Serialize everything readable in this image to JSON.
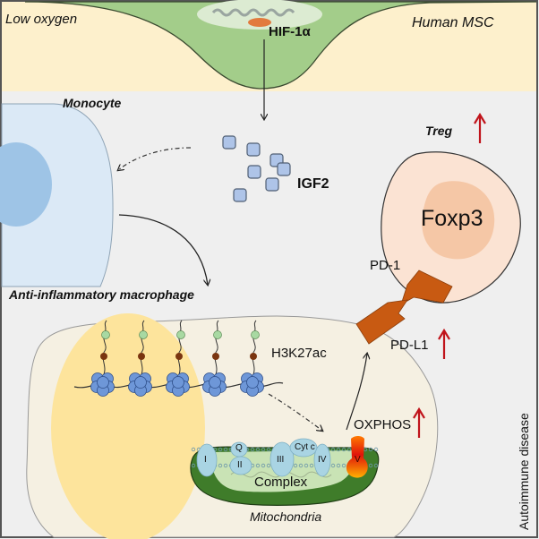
{
  "header": {
    "left_label": "Low oxygen",
    "right_label": "Human MSC",
    "factor_label": "HIF-1α"
  },
  "cells": {
    "monocyte_label": "Monocyte",
    "macrophage_label": "Anti-inflammatory macrophage",
    "treg_label": "Treg",
    "treg_nucleus_label": "Foxp3",
    "mitochondria_label": "Mitochondria"
  },
  "signals": {
    "igf2_label": "IGF2",
    "igf2_particle_count": 7,
    "histone_mark_label": "H3K27ac",
    "nucleosome_count": 5,
    "pd1_label": "PD-1",
    "pdl1_label": "PD-L1",
    "oxphos_label": "OXPHOS"
  },
  "etc": {
    "complex_label": "Complex",
    "complexes": [
      "I",
      "Q",
      "II",
      "III",
      "Cyt c",
      "IV",
      "V"
    ]
  },
  "side_label": "Autoimmune disease",
  "indicators": {
    "treg": "up",
    "pdl1": "up",
    "oxphos": "up"
  },
  "colors": {
    "background": "#efefef",
    "msc_cream": "#fdf0cc",
    "msc_green": "#a3cd8a",
    "monocyte_cytoplasm": "#dbe9f6",
    "monocyte_nucleus": "#9ec4e6",
    "macrophage_cytoplasm": "#f5f0e2",
    "macrophage_nucleus": "#fde49c",
    "treg_cytoplasm": "#fbe3d3",
    "treg_nucleus": "#f5c7a6",
    "pd_protein": "#c85a12",
    "igf2_particle": "#aec4e8",
    "nucleosome": "#6e97d8",
    "acetyl_green": "#a8d9a2",
    "histone_brown": "#7a3510",
    "mito_outer": "#3f7c2a",
    "mito_inner": "#c9e3b5",
    "etc_complex": "#a9d4e3",
    "up_arrow": "#c0141b"
  }
}
